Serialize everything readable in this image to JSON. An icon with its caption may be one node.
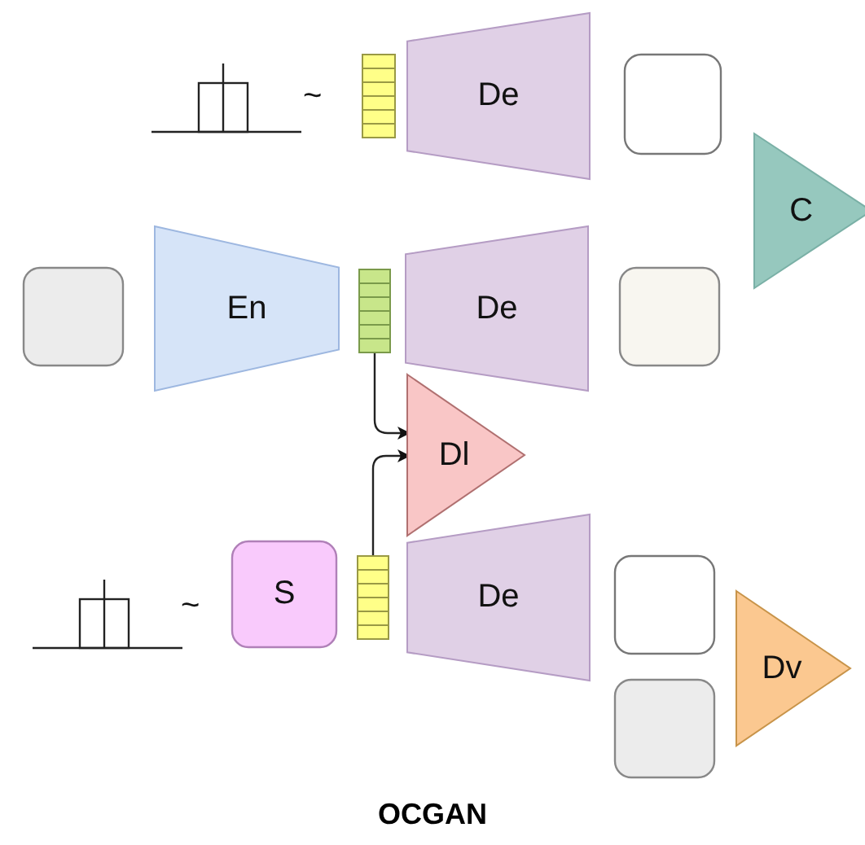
{
  "diagram": {
    "caption": "OCGAN",
    "nodes": [
      {
        "text": [],
        "shape": "bar"
      },
      {
        "text": [
          "De"
        ]
      },
      {
        "text": [],
        "shape": "box"
      },
      {
        "text": [
          "C"
        ]
      },
      {
        "text": [],
        "shape": "box"
      },
      {
        "text": [
          "En"
        ]
      },
      {
        "text": [],
        "shape": "bar"
      },
      {
        "text": [
          "De"
        ]
      },
      {
        "text": [],
        "shape": "box"
      },
      {
        "text": [
          "Dl"
        ]
      },
      {
        "text": [
          "S"
        ]
      },
      {
        "text": [],
        "shape": "bar"
      },
      {
        "text": [
          "De"
        ]
      },
      {
        "text": [],
        "shape": "box"
      },
      {
        "text": [
          "Dv"
        ]
      },
      {
        "text": [],
        "shape": "box"
      }
    ],
    "edges": [
      {
        "from": 6,
        "to": 9,
        "arrow": "to"
      },
      {
        "from": 11,
        "to": 9,
        "arrow": "to"
      }
    ],
    "labels": [
      "~",
      "~"
    ]
  }
}
